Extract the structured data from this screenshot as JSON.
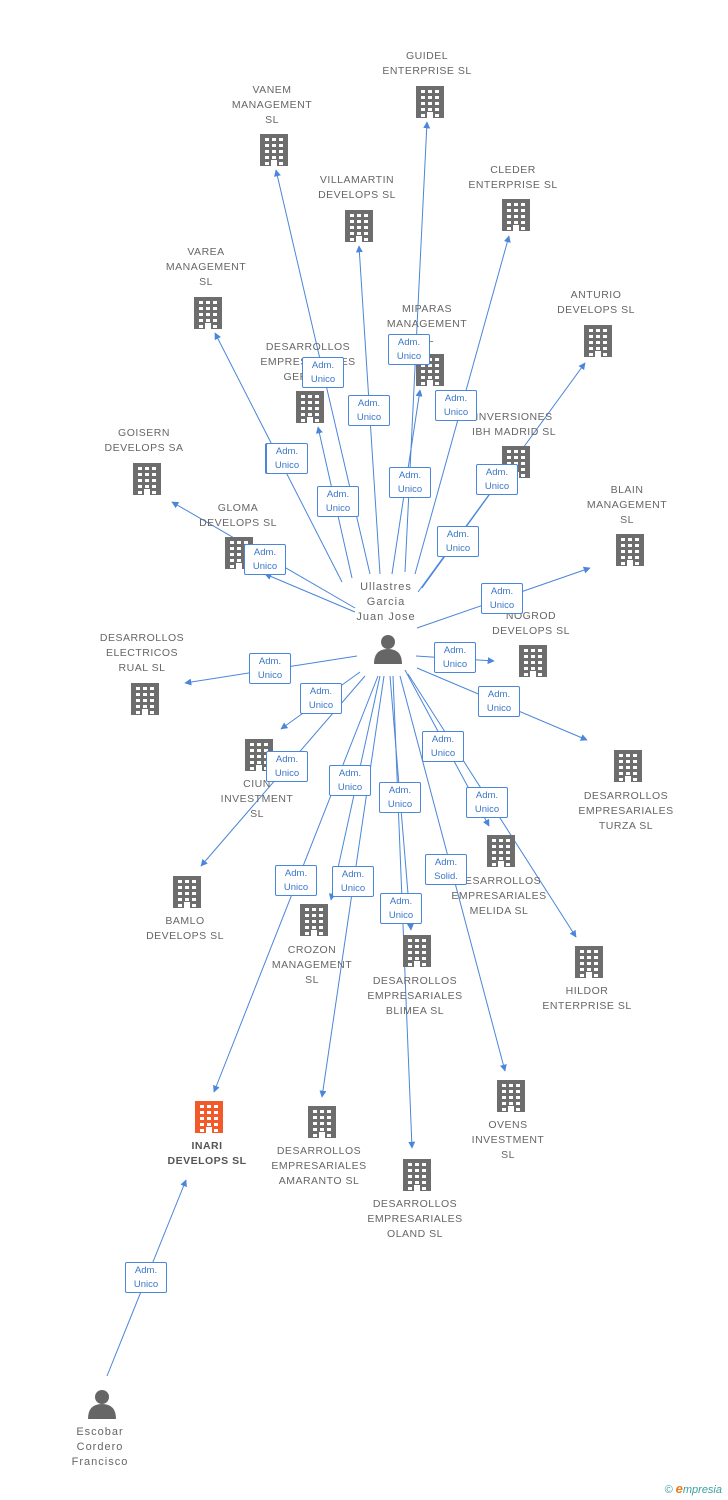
{
  "diagram": {
    "colors": {
      "edge": "#4a86d9",
      "building": "#6d6d6d",
      "building_highlight": "#f25a2a",
      "person": "#666666"
    },
    "persons": [
      {
        "id": "p1",
        "label": "Ullastres\nGarcia\nJuan Jose",
        "icon": "person-icon"
      },
      {
        "id": "p2",
        "label": "Escobar\nCordero\nFrancisco",
        "icon": "person-icon"
      }
    ],
    "companies": [
      {
        "id": "guidel",
        "label": "GUIDEL\nENTERPRISE SL"
      },
      {
        "id": "vanem",
        "label": "VANEM\nMANAGEMENT\nSL"
      },
      {
        "id": "villamartin",
        "label": "VILLAMARTIN\nDEVELOPS SL"
      },
      {
        "id": "cleder",
        "label": "CLEDER\nENTERPRISE SL"
      },
      {
        "id": "varea",
        "label": "VAREA\nMANAGEMENT\nSL"
      },
      {
        "id": "miparas",
        "label": "MIPARAS\nMANAGEMENT\nSL"
      },
      {
        "id": "anturio",
        "label": "ANTURIO\nDEVELOPS SL"
      },
      {
        "id": "gerb",
        "label": "DESARROLLOS\nEMPRESARIALES\nGERB SL"
      },
      {
        "id": "inversiones",
        "label": "INVERSIONES\nIBH MADRID SL"
      },
      {
        "id": "goisern",
        "label": "GOISERN\nDEVELOPS SA"
      },
      {
        "id": "gloma",
        "label": "GLOMA\nDEVELOPS SL"
      },
      {
        "id": "blain",
        "label": "BLAIN\nMANAGEMENT\nSL"
      },
      {
        "id": "nogrod",
        "label": "NOGROD\nDEVELOPS SL"
      },
      {
        "id": "rual",
        "label": "DESARROLLOS\nELECTRICOS\nRUAL SL"
      },
      {
        "id": "ciun",
        "label": "CIUN\nINVESTMENT\nSL"
      },
      {
        "id": "turza",
        "label": "DESARROLLOS\nEMPRESARIALES\nTURZA SL"
      },
      {
        "id": "melida",
        "label": "DESARROLLOS\nEMPRESARIALES\nMELIDA SL"
      },
      {
        "id": "bamlo",
        "label": "BAMLO\nDEVELOPS SL"
      },
      {
        "id": "crozon",
        "label": "CROZON\nMANAGEMENT\nSL"
      },
      {
        "id": "blimea",
        "label": "DESARROLLOS\nEMPRESARIALES\nBLIMEA SL"
      },
      {
        "id": "hildor",
        "label": "HILDOR\nENTERPRISE SL"
      },
      {
        "id": "ovens",
        "label": "OVENS\nINVESTMENT\nSL"
      },
      {
        "id": "inari",
        "label": "INARI\nDEVELOPS SL",
        "highlight": true
      },
      {
        "id": "amaranto",
        "label": "DESARROLLOS\nEMPRESARIALES\nAMARANTO SL"
      },
      {
        "id": "oland",
        "label": "DESARROLLOS\nEMPRESARIALES\nOLAND SL"
      }
    ],
    "relations": [
      {
        "from": "p1",
        "to": "guidel",
        "role": "Adm.\nUnico"
      },
      {
        "from": "p1",
        "to": "vanem",
        "role": "Adm.\nUnico"
      },
      {
        "from": "p1",
        "to": "villamartin",
        "role": "Adm.\nUnico"
      },
      {
        "from": "p1",
        "to": "cleder",
        "role": "Adm.\nUnico"
      },
      {
        "from": "p1",
        "to": "varea",
        "role": "Adm.\nUnico"
      },
      {
        "from": "p1",
        "to": "miparas",
        "role": "Adm.\nUnico"
      },
      {
        "from": "p1",
        "to": "anturio",
        "role": "Adm.\nUnico"
      },
      {
        "from": "p1",
        "to": "gerb",
        "role": "Adm.\nUnico"
      },
      {
        "from": "p1",
        "to": "inversiones",
        "role": "Adm.\nUnico"
      },
      {
        "from": "p1",
        "to": "goisern",
        "role": "Adm.\nUnico"
      },
      {
        "from": "p1",
        "to": "gloma",
        "role": "Adm.\nUnico"
      },
      {
        "from": "p1",
        "to": "blain",
        "role": "Adm.\nUnico"
      },
      {
        "from": "p1",
        "to": "nogrod",
        "role": "Adm.\nUnico"
      },
      {
        "from": "p1",
        "to": "rual",
        "role": "Adm.\nUnico"
      },
      {
        "from": "p1",
        "to": "ciun",
        "role": "Adm.\nUnico"
      },
      {
        "from": "p1",
        "to": "turza",
        "role": "Adm.\nUnico"
      },
      {
        "from": "p1",
        "to": "melida",
        "role": "Adm.\nUnico"
      },
      {
        "from": "p1",
        "to": "bamlo",
        "role": "Adm.\nUnico"
      },
      {
        "from": "p1",
        "to": "crozon",
        "role": "Adm.\nUnico"
      },
      {
        "from": "p1",
        "to": "blimea",
        "role": "Adm.\nUnico"
      },
      {
        "from": "p1",
        "to": "hildor",
        "role": "Adm.\nUnico"
      },
      {
        "from": "p1",
        "to": "ovens",
        "role": "Adm.\nSolid."
      },
      {
        "from": "p1",
        "to": "inari",
        "role": "Adm.\nUnico"
      },
      {
        "from": "p1",
        "to": "amaranto",
        "role": "Adm.\nUnico"
      },
      {
        "from": "p1",
        "to": "oland",
        "role": "Adm.\nUnico"
      },
      {
        "from": "p2",
        "to": "inari",
        "role": "Adm.\nUnico"
      }
    ]
  },
  "footer": {
    "copyright": "©",
    "brand_initial": "e",
    "brand_rest": "mpresia"
  }
}
